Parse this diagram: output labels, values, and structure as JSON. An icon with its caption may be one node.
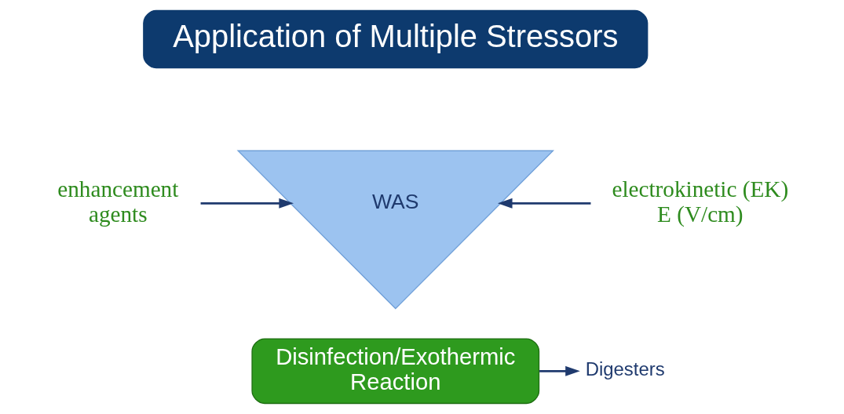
{
  "diagram": {
    "nodes": [
      {
        "text": [
          "Application of Multiple Stressors"
        ]
      },
      {
        "text": [
          "WAS"
        ]
      },
      {
        "text": [
          "enhancement agents"
        ]
      },
      {
        "text": [
          "electrokinetic (EK) E (V/cm)"
        ]
      },
      {
        "text": [
          "Disinfection/Exothermic Reaction"
        ]
      },
      {
        "text": [
          "Digesters"
        ]
      }
    ],
    "edges": [
      {
        "from": 2,
        "to": 1,
        "arrow": "to"
      },
      {
        "from": 3,
        "to": 1,
        "arrow": "to"
      },
      {
        "from": 4,
        "to": 5,
        "arrow": "to"
      }
    ]
  }
}
